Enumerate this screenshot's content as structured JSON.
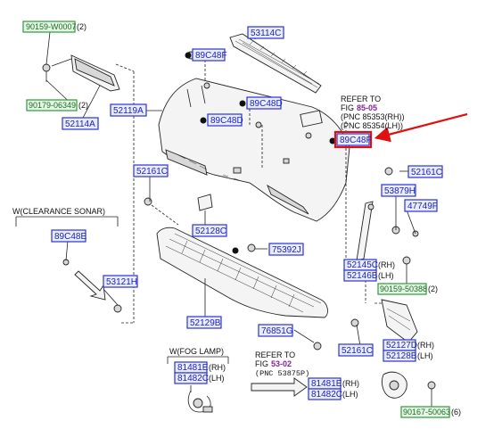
{
  "labels": {
    "c90159_w0007": "90159-W0007",
    "c90159_w0007_qty": "(2)",
    "c53114c": "53114C",
    "c89c48f_top": "89C48F",
    "c90179_06349": "90179-06349",
    "c90179_06349_qty": "(2)",
    "c52114a": "52114A",
    "c52119a": "52119A",
    "c89c48d_left": "89C48D",
    "c89c48d_mid": "89C48D",
    "c89c48f_hl": "89C48F",
    "c52161c_left": "52161C",
    "c52161c_right": "52161C",
    "c53879h": "53879H",
    "c47749f": "47749F",
    "c52128c": "52128C",
    "c89c48e": "89C48E",
    "c75392j": "75392J",
    "c53121h": "53121H",
    "c52145c": "52145C",
    "c52145c_sfx": "(RH)",
    "c52146b": "52146B",
    "c52146b_sfx": "(LH)",
    "c90159_50388": "90159-50388",
    "c90159_50388_qty": "(2)",
    "c52129b": "52129B",
    "c76851g": "76851G",
    "c52161c_bottom": "52161C",
    "c52127d": "52127D",
    "c52127d_sfx": "(RH)",
    "c52128b": "52128B",
    "c52128b_sfx": "(LH)",
    "c81481e_a": "81481E",
    "c81481e_a_sfx": "(RH)",
    "c81482c_a": "81482C",
    "c81482c_a_sfx": "(LH)",
    "c81481e_b": "81481E",
    "c81481e_b_sfx": "(RH)",
    "c81482c_b": "81482C",
    "c81482c_b_sfx": "(LH)",
    "c90167_50063": "90167-50063",
    "c90167_50063_qty": "(6)"
  },
  "notes": {
    "refer_top_1": "REFER TO",
    "refer_top_fig": "FIG",
    "refer_top_link": "85-05",
    "refer_top_pnc1": "(PNC 85353(RH))",
    "refer_top_pnc2": "(PNC 85354(LH))",
    "w_sonar": "W(CLEARANCE SONAR)",
    "w_fog": "W(FOG LAMP)",
    "refer_bottom_1": "REFER TO",
    "refer_bottom_fig": "FIG",
    "refer_bottom_link": "53-02",
    "refer_bottom_pnc": "(PNC 53875P)"
  },
  "colors": {
    "callout_blue": "#2b33d9",
    "callout_green": "#2f9a3a",
    "highlight_red": "#e01010",
    "reference_purple": "#8a1fa0"
  }
}
